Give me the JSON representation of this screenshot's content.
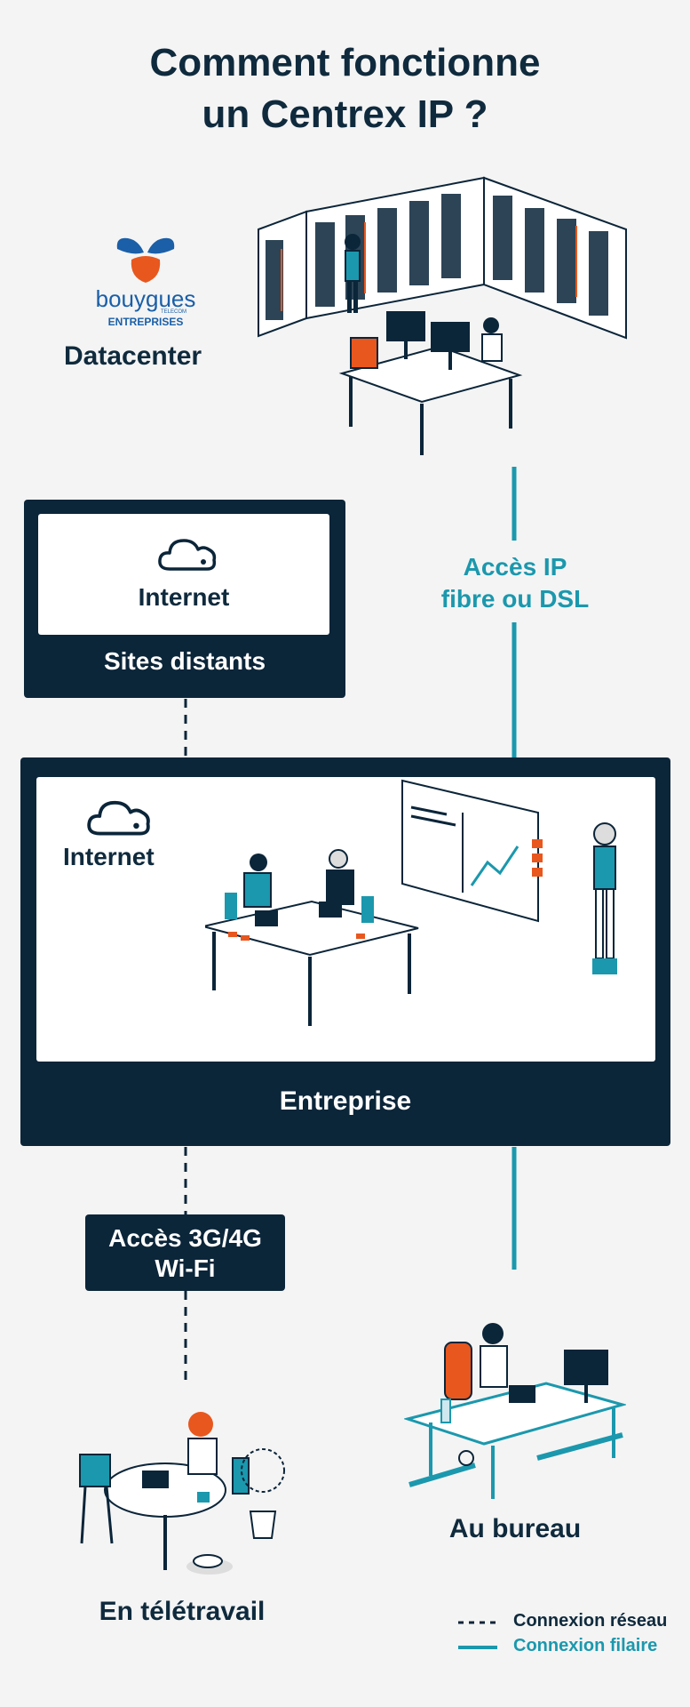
{
  "title": {
    "line1": "Comment fonctionne",
    "line2": "un Centrex IP ?"
  },
  "logo": {
    "brand": "bouygues",
    "small": "TELECOM",
    "sub": "ENTREPRISES"
  },
  "datacenter": {
    "label": "Datacenter"
  },
  "sites_distants": {
    "internet": "Internet",
    "label": "Sites distants"
  },
  "ip_access": {
    "line1": "Accès IP",
    "line2": "fibre ou DSL"
  },
  "entreprise": {
    "internet": "Internet",
    "label": "Entreprise"
  },
  "mobile_access": {
    "line1": "Accès 3G/4G",
    "line2": "Wi-Fi"
  },
  "teletravail": {
    "label": "En télétravail"
  },
  "bureau": {
    "label": "Au bureau"
  },
  "legend": {
    "network": "Connexion réseau",
    "wired": "Connexion filaire"
  },
  "colors": {
    "navy": "#0b2539",
    "teal": "#1b98ad",
    "orange": "#e8571e",
    "background": "#f4f4f4"
  }
}
